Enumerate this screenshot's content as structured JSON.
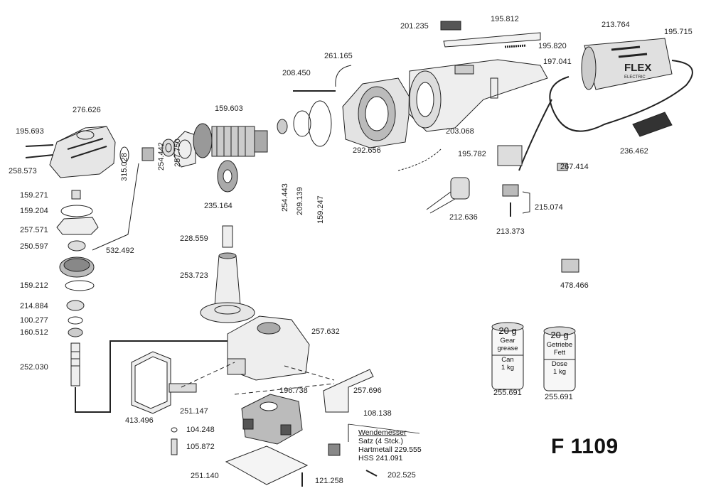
{
  "model": "F 1109",
  "parts": [
    "195.693",
    "258.573",
    "276.626",
    "315.028",
    "254.442",
    "257.750",
    "159.603",
    "235.164",
    "254.443",
    "209.139",
    "159.247",
    "208.450",
    "261.165",
    "292.656",
    "201.235",
    "195.812",
    "195.820",
    "213.764",
    "195.715",
    "197.041",
    "203.068",
    "236.462",
    "195.782",
    "267.414",
    "212.636",
    "215.074",
    "213.373",
    "478.466",
    "159.271",
    "159.204",
    "257.571",
    "250.597",
    "532.492",
    "159.212",
    "214.884",
    "100.277",
    "160.512",
    "252.030",
    "228.559",
    "253.723",
    "257.632",
    "196.738",
    "257.696",
    "413.496",
    "251.147",
    "108.138",
    "104.248",
    "105.872",
    "251.140",
    "121.258",
    "202.525"
  ],
  "grease_en": {
    "amount": "20 g",
    "label1": "Gear",
    "label2": "grease",
    "label3": "Can",
    "label4": "1 kg",
    "part": "255.691"
  },
  "grease_de": {
    "amount": "20 g",
    "label1": "Getriebe",
    "label2": "Fett",
    "label3": "Dose",
    "label4": "1 kg",
    "part": "255.691"
  },
  "blade_note": {
    "title": "Wendemesser",
    "line1": "Satz  (4 Stck.)",
    "line2": "Hartmetall  229.555",
    "line3": "HSS           241.091"
  },
  "brand": {
    "name": "FLEX",
    "sub": "ELECTRIC"
  }
}
